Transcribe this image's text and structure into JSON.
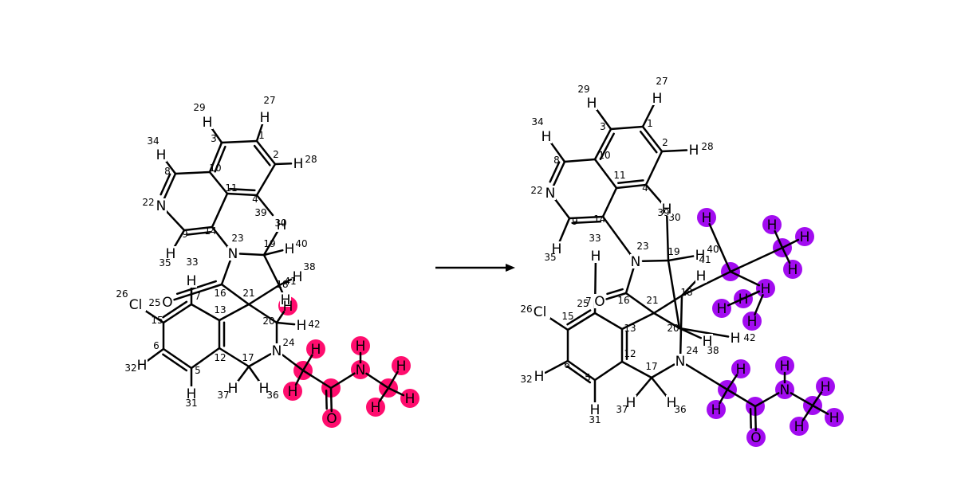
{
  "colors": {
    "background": "#ffffff",
    "bond": "#000000",
    "highlight_left": "#ff0d6e",
    "highlight_right": "#a20cf0"
  },
  "arrow": {
    "direction": "right"
  },
  "reactant": {
    "atoms": [
      {
        "id": "a1",
        "sym": "",
        "num": "1"
      },
      {
        "id": "a2",
        "sym": "",
        "num": "2"
      },
      {
        "id": "a3",
        "sym": "",
        "num": "3"
      },
      {
        "id": "a4",
        "sym": "",
        "num": "4"
      },
      {
        "id": "a5",
        "sym": "",
        "num": "5"
      },
      {
        "id": "a6",
        "sym": "",
        "num": "6"
      },
      {
        "id": "a7",
        "sym": "",
        "num": "7"
      },
      {
        "id": "a8",
        "sym": "",
        "num": "8"
      },
      {
        "id": "a9",
        "sym": "",
        "num": "9"
      },
      {
        "id": "a10",
        "sym": "",
        "num": "10"
      },
      {
        "id": "a11",
        "sym": "",
        "num": "11"
      },
      {
        "id": "a12",
        "sym": "",
        "num": "12"
      },
      {
        "id": "a13",
        "sym": "",
        "num": "13"
      },
      {
        "id": "a14",
        "sym": "",
        "num": "14"
      },
      {
        "id": "a15",
        "sym": "",
        "num": "15"
      },
      {
        "id": "a16",
        "sym": "",
        "num": "16"
      },
      {
        "id": "a17",
        "sym": "",
        "num": "17"
      },
      {
        "id": "a18",
        "sym": "",
        "num": "18"
      },
      {
        "id": "a19",
        "sym": "",
        "num": "19"
      },
      {
        "id": "a20",
        "sym": "",
        "num": "20"
      },
      {
        "id": "a21",
        "sym": "",
        "num": "21"
      },
      {
        "id": "a22",
        "sym": "N",
        "num": "22"
      },
      {
        "id": "a23",
        "sym": "N",
        "num": "23"
      },
      {
        "id": "a24",
        "sym": "N",
        "num": "24"
      },
      {
        "id": "a25",
        "sym": "",
        "num": "25"
      },
      {
        "id": "cl",
        "sym": "Cl",
        "num": "26"
      },
      {
        "id": "h27",
        "sym": "H",
        "num": "27"
      },
      {
        "id": "h28",
        "sym": "H",
        "num": "28"
      },
      {
        "id": "h29",
        "sym": "H",
        "num": "29"
      },
      {
        "id": "h30",
        "sym": "H",
        "num": "30"
      },
      {
        "id": "h31",
        "sym": "H",
        "num": "31"
      },
      {
        "id": "h32",
        "sym": "H",
        "num": "32"
      },
      {
        "id": "h33",
        "sym": "H",
        "num": "33"
      },
      {
        "id": "h34",
        "sym": "H",
        "num": "34"
      },
      {
        "id": "h35",
        "sym": "H",
        "num": "35"
      },
      {
        "id": "h36",
        "sym": "H",
        "num": "36"
      },
      {
        "id": "h37",
        "sym": "H",
        "num": "37"
      },
      {
        "id": "h38",
        "sym": "H",
        "num": "38"
      },
      {
        "id": "h39",
        "sym": "",
        "num": "39"
      },
      {
        "id": "h40",
        "sym": "H",
        "num": "40"
      },
      {
        "id": "h41",
        "sym": "H",
        "num": "41"
      },
      {
        "id": "h42",
        "sym": "H",
        "num": "42"
      },
      {
        "id": "o7",
        "sym": "O",
        "num": ""
      },
      {
        "id": "g1",
        "sym": "H",
        "num": "",
        "hl": true
      },
      {
        "id": "g2",
        "sym": "H",
        "num": "",
        "hl": true
      },
      {
        "id": "g3",
        "sym": "H",
        "num": "",
        "hl": true
      },
      {
        "id": "g4",
        "sym": "",
        "num": "",
        "hl": true
      },
      {
        "id": "g5",
        "sym": "",
        "num": "",
        "hl": true
      },
      {
        "id": "g6",
        "sym": "O",
        "num": "",
        "hl": true
      },
      {
        "id": "g7",
        "sym": "N",
        "num": "",
        "hl": true
      },
      {
        "id": "g8",
        "sym": "H",
        "num": "",
        "hl": true
      },
      {
        "id": "g9",
        "sym": "",
        "num": "",
        "hl": true
      },
      {
        "id": "g10",
        "sym": "H",
        "num": "",
        "hl": true
      },
      {
        "id": "g11",
        "sym": "H",
        "num": "",
        "hl": true
      },
      {
        "id": "g12",
        "sym": "H",
        "num": "",
        "hl": true
      }
    ]
  },
  "product": {
    "atoms": [
      {
        "id": "a1",
        "sym": "",
        "num": "1"
      },
      {
        "id": "a2",
        "sym": "",
        "num": "2"
      },
      {
        "id": "a3",
        "sym": "",
        "num": "3"
      },
      {
        "id": "a4",
        "sym": "",
        "num": "4"
      },
      {
        "id": "a5",
        "sym": "",
        "num": "5"
      },
      {
        "id": "a6",
        "sym": "",
        "num": "6"
      },
      {
        "id": "a7",
        "sym": "",
        "num": "7"
      },
      {
        "id": "a8",
        "sym": "",
        "num": "8"
      },
      {
        "id": "a9",
        "sym": "",
        "num": "9"
      },
      {
        "id": "a10",
        "sym": "",
        "num": "10"
      },
      {
        "id": "a11",
        "sym": "",
        "num": "11"
      },
      {
        "id": "a12",
        "sym": "",
        "num": "12"
      },
      {
        "id": "a13",
        "sym": "",
        "num": "13"
      },
      {
        "id": "a14",
        "sym": "",
        "num": "14"
      },
      {
        "id": "a15",
        "sym": "",
        "num": "15"
      },
      {
        "id": "a16",
        "sym": "",
        "num": "16"
      },
      {
        "id": "a17",
        "sym": "",
        "num": "17"
      },
      {
        "id": "a18",
        "sym": "",
        "num": "18"
      },
      {
        "id": "a19",
        "sym": "",
        "num": "19"
      },
      {
        "id": "a20",
        "sym": "",
        "num": "20"
      },
      {
        "id": "a21",
        "sym": "",
        "num": "21"
      },
      {
        "id": "a22",
        "sym": "N",
        "num": "22"
      },
      {
        "id": "a23",
        "sym": "N",
        "num": "23"
      },
      {
        "id": "a24",
        "sym": "N",
        "num": "24"
      },
      {
        "id": "a25",
        "sym": "",
        "num": "25"
      },
      {
        "id": "cl",
        "sym": "Cl",
        "num": "26"
      },
      {
        "id": "h27",
        "sym": "H",
        "num": "27"
      },
      {
        "id": "h28",
        "sym": "H",
        "num": "28"
      },
      {
        "id": "h29",
        "sym": "H",
        "num": "29"
      },
      {
        "id": "h30",
        "sym": "",
        "num": "30"
      },
      {
        "id": "h31",
        "sym": "H",
        "num": "31"
      },
      {
        "id": "h32",
        "sym": "H",
        "num": "32"
      },
      {
        "id": "h33",
        "sym": "H",
        "num": "33"
      },
      {
        "id": "h34",
        "sym": "H",
        "num": "34"
      },
      {
        "id": "h35",
        "sym": "H",
        "num": "35"
      },
      {
        "id": "h36",
        "sym": "H",
        "num": "36"
      },
      {
        "id": "h37",
        "sym": "H",
        "num": "37"
      },
      {
        "id": "h38",
        "sym": "H",
        "num": "38"
      },
      {
        "id": "h39",
        "sym": "H",
        "num": "39"
      },
      {
        "id": "h40",
        "sym": "H",
        "num": "40"
      },
      {
        "id": "h41",
        "sym": "H",
        "num": "41"
      },
      {
        "id": "h42",
        "sym": "H",
        "num": "42"
      },
      {
        "id": "o7",
        "sym": "O",
        "num": ""
      },
      {
        "id": "p1",
        "sym": "H",
        "num": "",
        "hl": true
      },
      {
        "id": "p2",
        "sym": "H",
        "num": "",
        "hl": true
      },
      {
        "id": "p3",
        "sym": "H",
        "num": "",
        "hl": true
      },
      {
        "id": "p4",
        "sym": "",
        "num": "",
        "hl": true
      },
      {
        "id": "p5",
        "sym": "",
        "num": "",
        "hl": true
      },
      {
        "id": "p6",
        "sym": "O",
        "num": "",
        "hl": true
      },
      {
        "id": "p7",
        "sym": "N",
        "num": "",
        "hl": true
      },
      {
        "id": "p8",
        "sym": "H",
        "num": "",
        "hl": true
      },
      {
        "id": "p9",
        "sym": "",
        "num": "",
        "hl": true
      },
      {
        "id": "p10",
        "sym": "H",
        "num": "",
        "hl": true
      },
      {
        "id": "p11",
        "sym": "H",
        "num": "",
        "hl": true
      },
      {
        "id": "p12",
        "sym": "H",
        "num": "",
        "hl": true
      },
      {
        "id": "q1",
        "sym": "H",
        "num": "",
        "hl": true
      },
      {
        "id": "q2",
        "sym": "",
        "num": "",
        "hl": true
      },
      {
        "id": "q3",
        "sym": "",
        "num": "",
        "hl": true
      },
      {
        "id": "q4",
        "sym": "H",
        "num": "",
        "hl": true
      },
      {
        "id": "q5",
        "sym": "H",
        "num": "",
        "hl": true
      },
      {
        "id": "q6",
        "sym": "H",
        "num": "",
        "hl": true
      },
      {
        "id": "q7",
        "sym": "H",
        "num": "",
        "hl": true
      },
      {
        "id": "q8",
        "sym": "H",
        "num": "",
        "hl": true
      },
      {
        "id": "q9",
        "sym": "H",
        "num": "",
        "hl": true
      }
    ]
  }
}
